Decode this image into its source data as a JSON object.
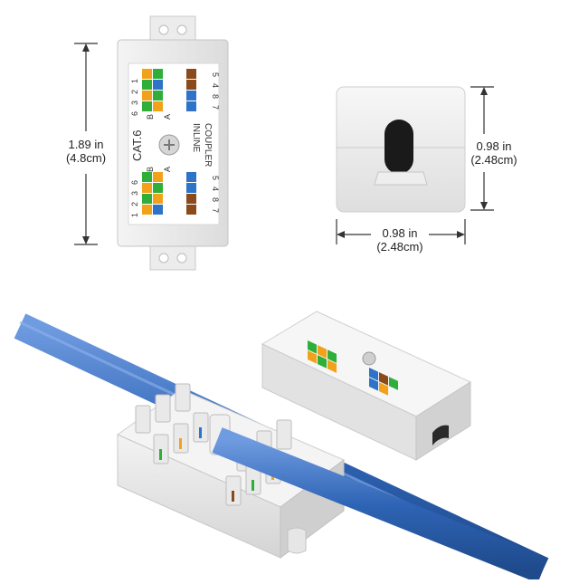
{
  "top_view": {
    "label_cat": "CAT.6",
    "label_inline": "INLINE",
    "label_coupler": "COUPLER",
    "top_pins": [
      "1",
      "2",
      "3",
      "6"
    ],
    "top_pins_right": [
      "5",
      "4",
      "8",
      "7"
    ],
    "bottom_pins_left": [
      "1",
      "2",
      "3",
      "6"
    ],
    "bottom_pins_right": [
      "7",
      "8",
      "4",
      "5"
    ],
    "letter_b": "B",
    "letter_a": "A"
  },
  "height_dimension": {
    "in": "1.89 in",
    "cm": "(4.8cm)"
  },
  "side_height_dimension": {
    "in": "0.98 in",
    "cm": "(2.48cm)"
  },
  "side_width_dimension": {
    "in": "0.98 in",
    "cm": "(2.48cm)"
  },
  "colors": {
    "orange": "#f2a21a",
    "green": "#2fae3a",
    "blue": "#2d73c8",
    "brown": "#8a4a1c",
    "cable": "#2e64b5",
    "housing": "#e9e9e9"
  }
}
